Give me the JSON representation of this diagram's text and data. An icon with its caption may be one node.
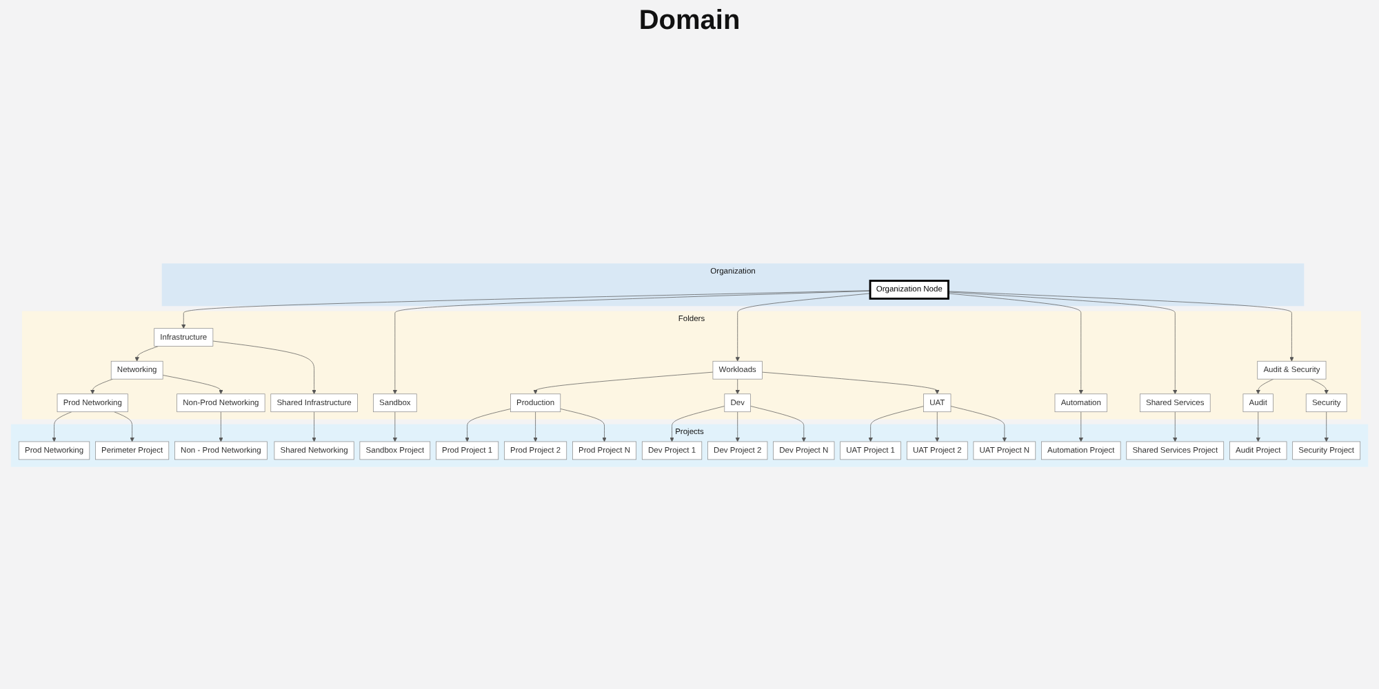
{
  "diagram": {
    "title": "Domain",
    "nodes": [
      {
        "text": [
          "Organization"
        ]
      },
      {
        "text": [
          "Folders"
        ]
      },
      {
        "text": [
          "Projects"
        ]
      },
      {
        "text": [
          "Organization Node"
        ],
        "in": 0
      },
      {
        "text": [
          "Infrastructure"
        ],
        "in": 1
      },
      {
        "text": [
          "Sandbox"
        ],
        "in": 1
      },
      {
        "text": [
          "Workloads"
        ],
        "in": 1
      },
      {
        "text": [
          "Automation"
        ],
        "in": 1
      },
      {
        "text": [
          "Shared Services"
        ],
        "in": 1
      },
      {
        "text": [
          "Audit & Security"
        ],
        "in": 1
      },
      {
        "text": [
          "Networking"
        ],
        "in": 1
      },
      {
        "text": [
          "Shared Infrastructure"
        ],
        "in": 1
      },
      {
        "text": [
          "Production"
        ],
        "in": 1
      },
      {
        "text": [
          "Dev"
        ],
        "in": 1
      },
      {
        "text": [
          "UAT"
        ],
        "in": 1
      },
      {
        "text": [
          "Audit"
        ],
        "in": 1
      },
      {
        "text": [
          "Security"
        ],
        "in": 1
      },
      {
        "text": [
          "Prod Networking"
        ],
        "in": 1
      },
      {
        "text": [
          "Non-Prod Networking"
        ],
        "in": 1
      },
      {
        "text": [
          "Prod Networking"
        ],
        "in": 2
      },
      {
        "text": [
          "Non - Prod Networking"
        ],
        "in": 2
      },
      {
        "text": [
          "Perimeter Project"
        ],
        "in": 2
      },
      {
        "text": [
          "Shared Networking"
        ],
        "in": 2
      },
      {
        "text": [
          "Sandbox Project"
        ],
        "in": 2
      },
      {
        "text": [
          "Prod Project 1"
        ],
        "in": 2
      },
      {
        "text": [
          "Prod Project 2"
        ],
        "in": 2
      },
      {
        "text": [
          "Prod Project N"
        ],
        "in": 2
      },
      {
        "text": [
          "Dev Project 1"
        ],
        "in": 2
      },
      {
        "text": [
          "Dev Project 2"
        ],
        "in": 2
      },
      {
        "text": [
          "Dev Project N"
        ],
        "in": 2
      },
      {
        "text": [
          "UAT Project 1"
        ],
        "in": 2
      },
      {
        "text": [
          "UAT Project 2"
        ],
        "in": 2
      },
      {
        "text": [
          "UAT Project N"
        ],
        "in": 2
      },
      {
        "text": [
          "Automation Project"
        ],
        "in": 2
      },
      {
        "text": [
          "Shared Services Project"
        ],
        "in": 2
      },
      {
        "text": [
          "Audit Project"
        ],
        "in": 2
      },
      {
        "text": [
          "Security Project"
        ],
        "in": 2
      }
    ],
    "edges": [
      {
        "from": 3,
        "to": 4,
        "arrow": "to"
      },
      {
        "from": 3,
        "to": 5,
        "arrow": "to"
      },
      {
        "from": 3,
        "to": 6,
        "arrow": "to"
      },
      {
        "from": 3,
        "to": 7,
        "arrow": "to"
      },
      {
        "from": 3,
        "to": 8,
        "arrow": "to"
      },
      {
        "from": 3,
        "to": 9,
        "arrow": "to"
      },
      {
        "from": 4,
        "to": 10,
        "arrow": "to"
      },
      {
        "from": 4,
        "to": 11,
        "arrow": "to"
      },
      {
        "from": 6,
        "to": 12,
        "arrow": "to"
      },
      {
        "from": 6,
        "to": 13,
        "arrow": "to"
      },
      {
        "from": 6,
        "to": 14,
        "arrow": "to"
      },
      {
        "from": 9,
        "to": 15,
        "arrow": "to"
      },
      {
        "from": 9,
        "to": 16,
        "arrow": "to"
      },
      {
        "from": 10,
        "to": 17,
        "arrow": "to"
      },
      {
        "from": 10,
        "to": 18,
        "arrow": "to"
      },
      {
        "from": 17,
        "to": 19,
        "arrow": "to"
      },
      {
        "from": 17,
        "to": 21,
        "arrow": "to"
      },
      {
        "from": 18,
        "to": 20,
        "arrow": "to"
      },
      {
        "from": 11,
        "to": 22,
        "arrow": "to"
      },
      {
        "from": 5,
        "to": 23,
        "arrow": "to"
      },
      {
        "from": 12,
        "to": 24,
        "arrow": "to"
      },
      {
        "from": 12,
        "to": 25,
        "arrow": "to"
      },
      {
        "from": 12,
        "to": 26,
        "arrow": "to"
      },
      {
        "from": 13,
        "to": 27,
        "arrow": "to"
      },
      {
        "from": 13,
        "to": 28,
        "arrow": "to"
      },
      {
        "from": 13,
        "to": 29,
        "arrow": "to"
      },
      {
        "from": 14,
        "to": 30,
        "arrow": "to"
      },
      {
        "from": 14,
        "to": 31,
        "arrow": "to"
      },
      {
        "from": 14,
        "to": 32,
        "arrow": "to"
      },
      {
        "from": 7,
        "to": 33,
        "arrow": "to"
      },
      {
        "from": 8,
        "to": 34,
        "arrow": "to"
      },
      {
        "from": 15,
        "to": 35,
        "arrow": "to"
      },
      {
        "from": 16,
        "to": 36,
        "arrow": "to"
      }
    ]
  }
}
